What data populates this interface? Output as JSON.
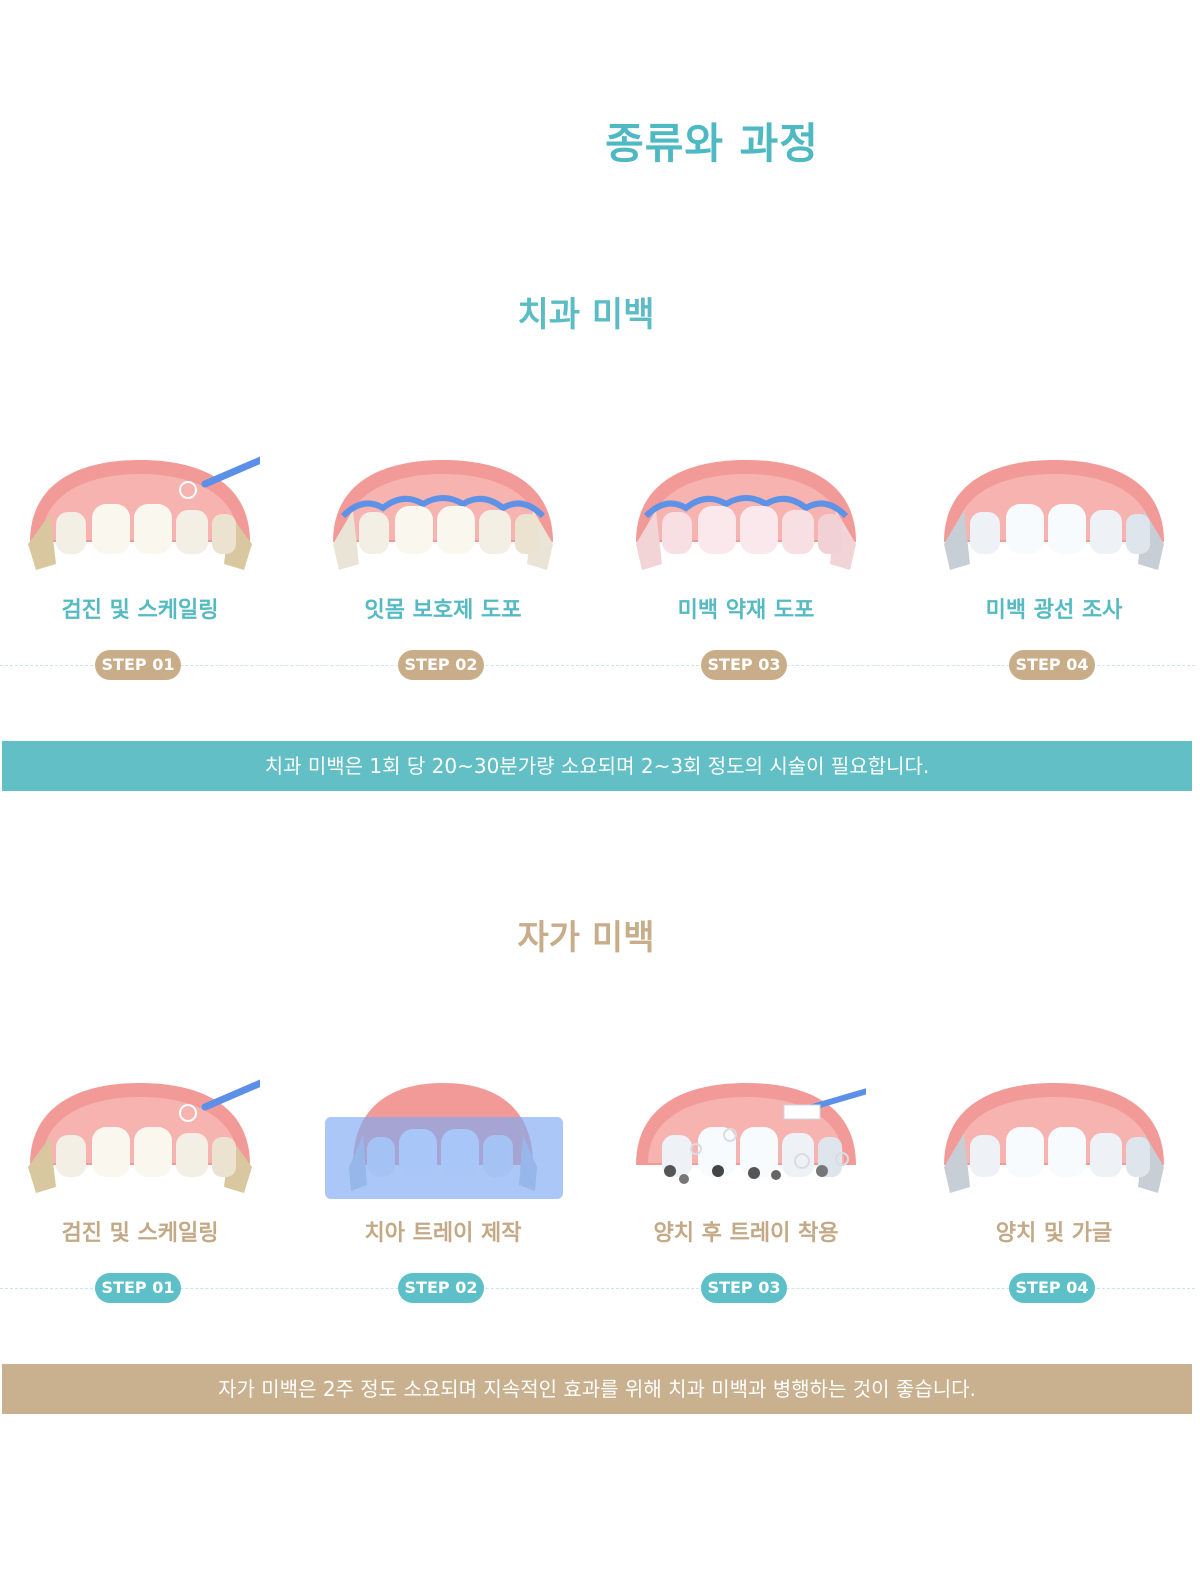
{
  "page": {
    "title": "종류와 과정"
  },
  "colors": {
    "teal": "#62bfc6",
    "tan": "#c9b08e",
    "gum": "#f29a98"
  },
  "clinic": {
    "title": "치과 미백",
    "steps": [
      {
        "badge": "STEP 01",
        "label": "검진 및 스케일링",
        "icon": "scaling-teeth-icon"
      },
      {
        "badge": "STEP 02",
        "label": "잇몸 보호제 도포",
        "icon": "gum-protector-teeth-icon"
      },
      {
        "badge": "STEP 03",
        "label": "미백 약재 도포",
        "icon": "whitening-agent-teeth-icon"
      },
      {
        "badge": "STEP 04",
        "label": "미백 광선 조사",
        "icon": "whitening-light-teeth-icon"
      }
    ],
    "note": "치과 미백은 1회 당 20~30분가량 소요되며 2~3회 정도의 시술이 필요합니다."
  },
  "home": {
    "title": "자가 미백",
    "steps": [
      {
        "badge": "STEP 01",
        "label": "검진 및 스케일링",
        "icon": "scaling-teeth-icon"
      },
      {
        "badge": "STEP 02",
        "label": "치아 트레이 제작",
        "icon": "tray-teeth-icon"
      },
      {
        "badge": "STEP 03",
        "label": "양치 후 트레이 착용",
        "icon": "brushing-teeth-icon"
      },
      {
        "badge": "STEP 04",
        "label": "양치 및 가글",
        "icon": "clean-teeth-icon"
      }
    ],
    "note": "자가 미백은 2주 정도 소요되며 지속적인 효과를 위해 치과 미백과 병행하는 것이 좋습니다."
  }
}
